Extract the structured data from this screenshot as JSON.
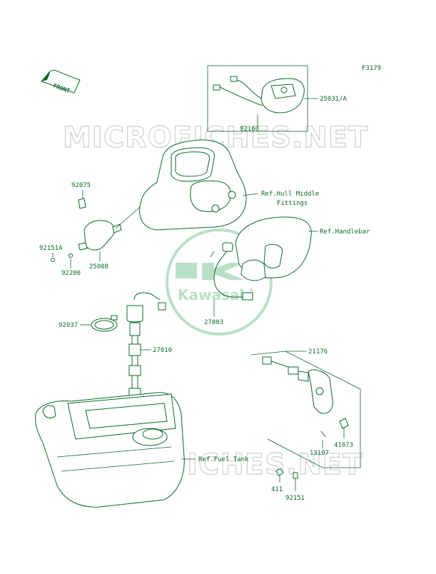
{
  "figure_id": "F3179",
  "front_label": "FRONT",
  "watermark": "MICROFICHES.NET",
  "logo_text": "Kawasaki",
  "colors": {
    "line": "#0a6a2a",
    "watermark": "#cfcfcf",
    "logo": "#b9e0c6"
  },
  "labels": {
    "p25031": "25031/A",
    "p92160": "92160",
    "ref_hull": "Ref.Hull Middle",
    "ref_hull2": "Fittings",
    "p92075": "92075",
    "p92151a": "92151A",
    "p92200": "92200",
    "p25008": "25008",
    "ref_handlebar": "Ref.Handlebar",
    "p27003": "27003",
    "p92037": "92037",
    "p27010": "27010",
    "p21176": "21176",
    "p41073": "41073",
    "p13107": "13107",
    "ref_fuel": "Ref.Fuel Tank",
    "p411": "411",
    "p92151": "92151"
  }
}
